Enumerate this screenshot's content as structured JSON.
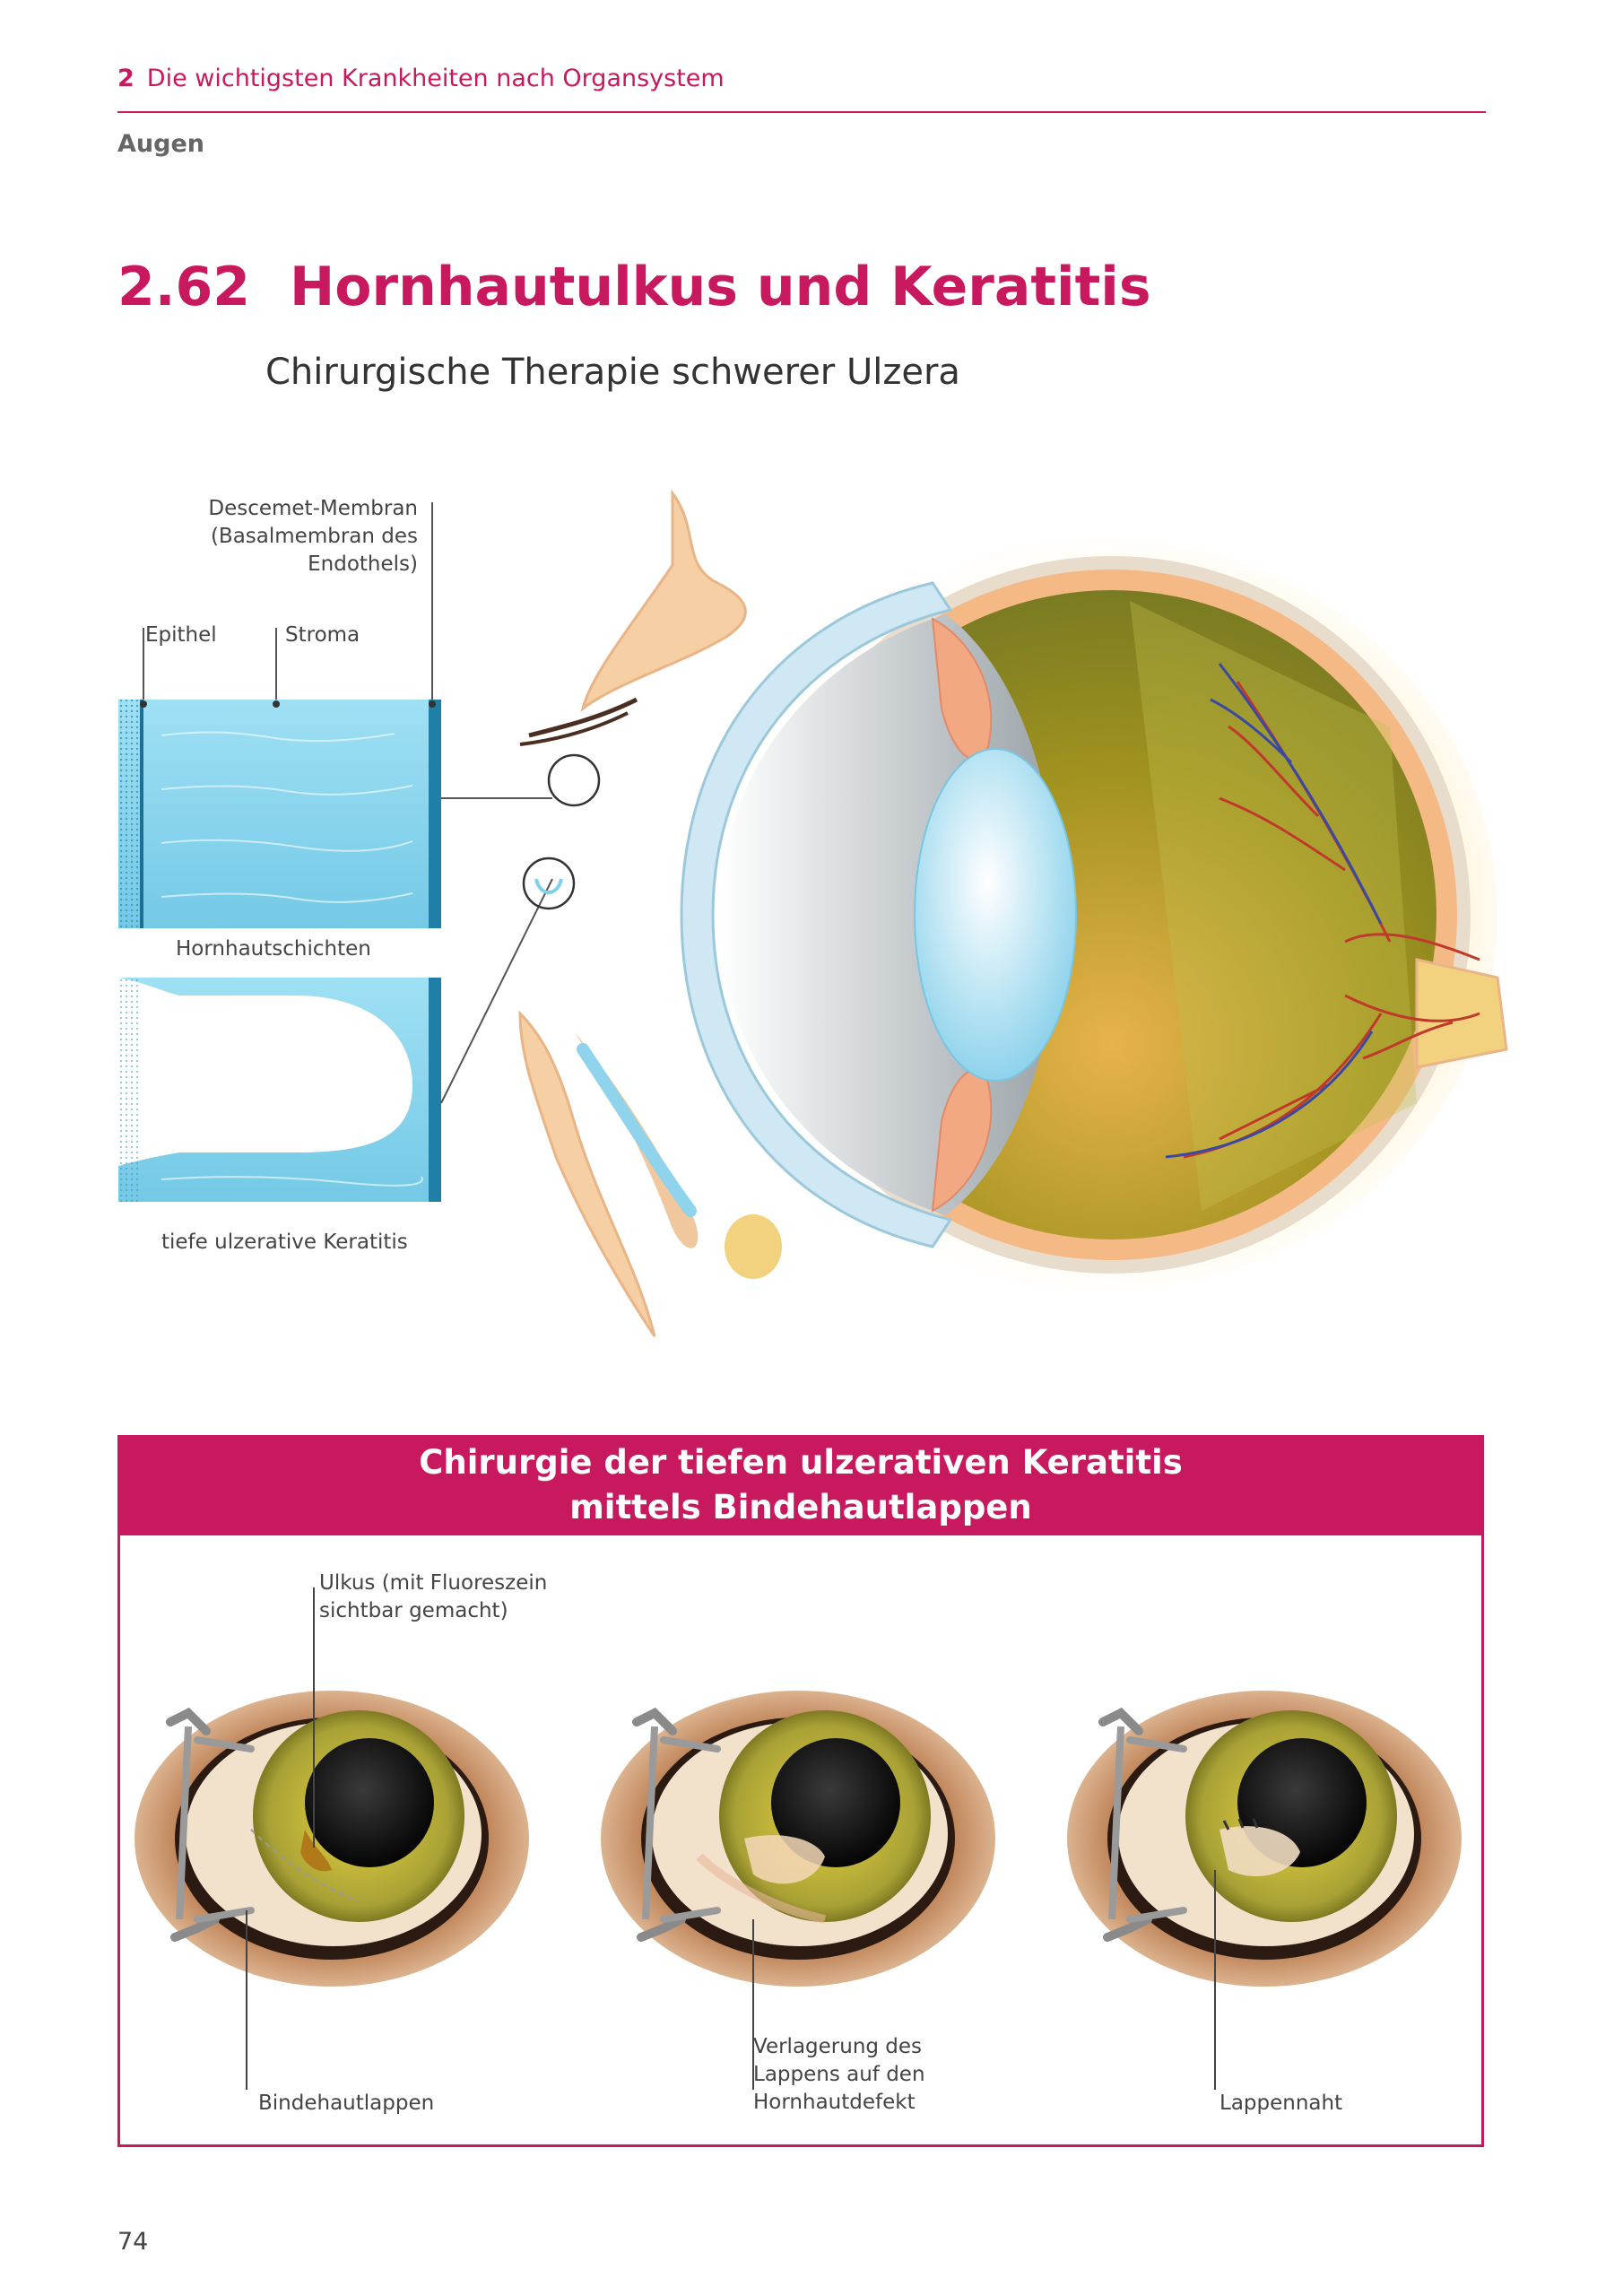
{
  "header": {
    "chapter_number": "2",
    "chapter_title": "Die wichtigsten Krankheiten nach Organsystem"
  },
  "section": "Augen",
  "title": {
    "number": "2.62",
    "text": "Hornhautulkus und Keratitis"
  },
  "subtitle": "Chirurgische Therapie schwerer Ulzera",
  "cornea_figure": {
    "labels": {
      "descemet_line1": "Descemet-Membran",
      "descemet_line2": "(Basalmembran des",
      "descemet_line3": "Endothels)",
      "epithel": "Epithel",
      "stroma": "Stroma",
      "layers": "Hornhautschichten",
      "ulcer": "tiefe ulzerative Keratitis"
    }
  },
  "surgery_box": {
    "title_line1": "Chirurgie der tiefen ulzerativen Keratitis",
    "title_line2": "mittels Bindehautlappen",
    "labels": {
      "ulkus_line1": "Ulkus (mit Fluoreszein",
      "ulkus_line2": "sichtbar gemacht)",
      "bindehautlappen": "Bindehautlappen",
      "verlagerung_line1": "Verlagerung des",
      "verlagerung_line2": "Lappens auf den",
      "verlagerung_line3": "Hornhautdefekt",
      "lappennaht": "Lappennaht"
    }
  },
  "page_number": "74",
  "colors": {
    "accent": "#c8195f",
    "cornea": "#7fd0ea",
    "iris": "#a9a136"
  }
}
